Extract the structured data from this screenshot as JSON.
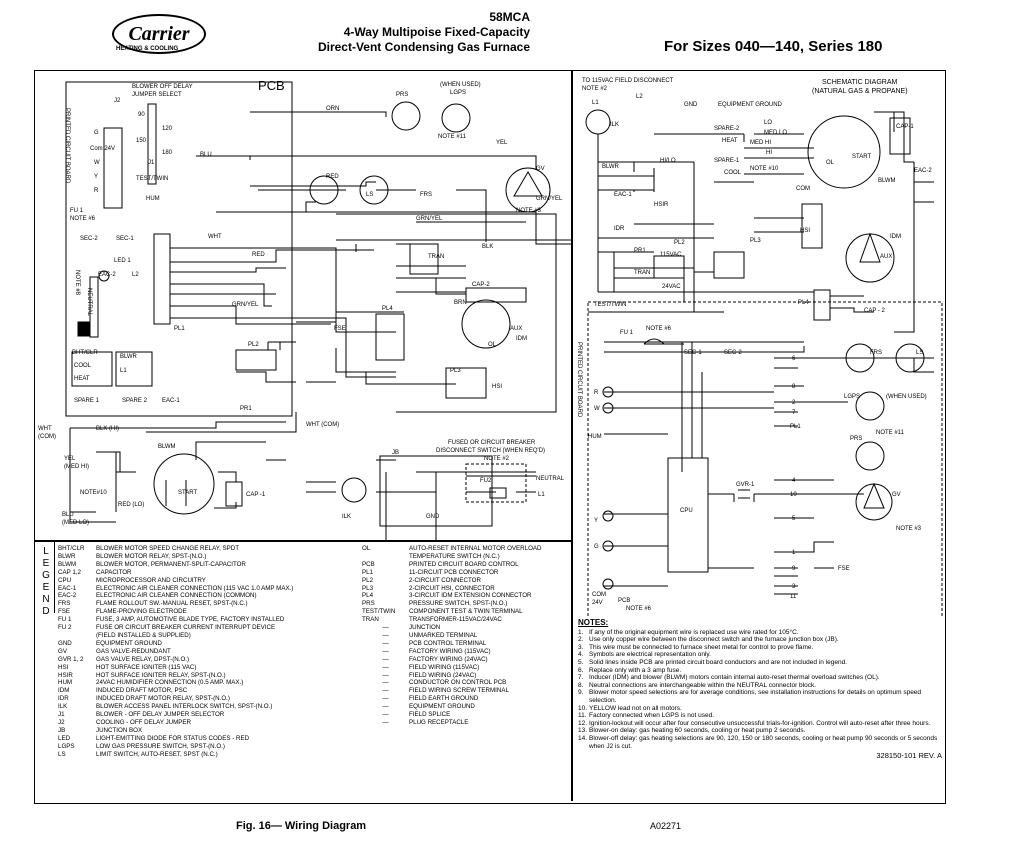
{
  "header": {
    "brand": "Carrier",
    "brand_sub": "HEATING & COOLING",
    "model": "58MCA",
    "line1": "4-Way Multipoise Fixed-Capacity",
    "line2": "Direct-Vent Condensing Gas Furnace",
    "sizes": "For Sizes 040—140, Series 180"
  },
  "left_diagram": {
    "pcb_label": "PCB",
    "printed_circuit_board": "PRINTED CIRCUIT BOARD",
    "blower_jumper": [
      "BLOWER OFF DELAY",
      "JUMPER SELECT"
    ],
    "j2": "J2",
    "j1": "J1",
    "jumper_values": [
      "90",
      "120",
      "150",
      "180"
    ],
    "terminals": [
      "G",
      "Com 24V",
      "W",
      "Y",
      "R"
    ],
    "test_twin": "TEST/TWIN",
    "hum": "HUM",
    "fu1": "FU 1",
    "note6": "NOTE #6",
    "sec2": "SEC-2",
    "sec1": "SEC-1",
    "led1": "LED 1",
    "eac2": "EAC-2",
    "l2": "L2",
    "note8": "NOTE #8",
    "neutral": "NEUTRAL",
    "bht": [
      "BHT/CLR",
      "COOL",
      "HEAT"
    ],
    "blwr": "BLWR",
    "l1": "L1",
    "spare1": "SPARE 1",
    "spare2": "SPARE 2",
    "eac1": "EAC-1",
    "pr1": "PR1",
    "pl1": "PL1",
    "pl2": "PL2",
    "pl3": "PL3",
    "pl4": "PL4",
    "prs": "PRS",
    "lgps": [
      "(WHEN USED)",
      "LGPS"
    ],
    "note11": "NOTE #11",
    "ls": "LS",
    "frs": "FRS",
    "gv": "GV",
    "grnyel": "GRN/YEL",
    "note3": "NOTE #3",
    "tran": "TRAN",
    "cap2": "CAP-2",
    "idm": "IDM",
    "aux": "AUX",
    "ol": "OL",
    "hsi": "HSI",
    "fse": "FSE",
    "blwm": "BLWM",
    "start": "START",
    "cap1": "CAP -1",
    "note10": "NOTE#10",
    "ilk": "ILK",
    "jb": "JB",
    "fu2": "FU2",
    "gnd": "GND",
    "neutral_r": "NEUTRAL",
    "l1_r": "L1",
    "fused": [
      "FUSED OR CIRCUIT BREAKER",
      "DISCONNECT SWITCH (WHEN REQ'D)",
      "NOTE #2"
    ],
    "wire_colors": [
      "ORN",
      "BLU",
      "RED",
      "WHT",
      "YEL",
      "BLK",
      "BRN",
      "GRN/YEL",
      "RED",
      "GRN/YEL",
      "WHT (COM)"
    ],
    "wht_com": [
      "WHT",
      "(COM)"
    ],
    "blk_hi": "BLK (HI)",
    "yel_medhi": [
      "YEL",
      "(MED HI)"
    ],
    "red_lo": "RED (LO)",
    "blu_medlo": [
      "BLU",
      "(MED LO)"
    ]
  },
  "schematic": {
    "field_disconnect": [
      "TO 115VAC FIELD DISCONNECT",
      "NOTE #2"
    ],
    "l1": "L1",
    "l2": "L2",
    "gnd": "GND",
    "equipment_ground": "EQUIPMENT GROUND",
    "title": [
      "SCHEMATIC DIAGRAM",
      "(NATURAL GAS & PROPANE)"
    ],
    "printed_circuit_board": "PRINTED CIRCUIT BOARD",
    "ilk": "ILK",
    "blwr": "BLWR",
    "hilo": "HI/LO",
    "eac1": "EAC-1",
    "eac2": "EAC-2",
    "spare2": "SPARE-2",
    "heat": "HEAT",
    "spare1": "SPARE-1",
    "cool": "COOL",
    "lo": "LO",
    "med_lo": "MED LO",
    "med_hi": "MED HI",
    "hi": "HI",
    "note10": "NOTE #10",
    "com": "COM",
    "blwm": "BLWM",
    "cap1": "CAP-1",
    "start": "START",
    "ol": "OL",
    "hsir": "HSIR",
    "hsi": "HSI",
    "idr": "IDR",
    "pr1": "PR1",
    "pl2": "PL2",
    "pl3": "PL3",
    "pl4": "PL4",
    "tran": "TRAN",
    "v115": "115VAC",
    "v24": "24VAC",
    "idm": "IDM",
    "aux": "AUX",
    "cap2": "CAP - 2",
    "test_twin": "TEST/TWIN",
    "fu1": "FU 1",
    "note6": "NOTE #6",
    "sec1": "SEC-1",
    "sec2": "SEC-2",
    "frs": "FRS",
    "ls": "LS",
    "lgps": "LGPS",
    "when_used": "(WHEN USED)",
    "note11": "NOTE #11",
    "prs": "PRS",
    "pl1": "PL1",
    "r": "R",
    "w": "W",
    "hum": "HUM",
    "cpu": "CPU",
    "gvr1": "GVR-1",
    "gv": "GV",
    "note3": "NOTE #3",
    "y": "Y",
    "g": "G",
    "fse": "FSE",
    "com24": [
      "COM",
      "24V"
    ],
    "pcb": "PCB",
    "note6b": "NOTE #6",
    "pin_numbers": [
      "6",
      "8",
      "2",
      "7",
      "4",
      "10",
      "5",
      "1",
      "9",
      "3",
      "11"
    ]
  },
  "legend": {
    "word": [
      "L",
      "E",
      "G",
      "E",
      "N",
      "D"
    ],
    "left": [
      [
        "BHT/CLR",
        "BLOWER MOTOR SPEED CHANGE RELAY, SPDT"
      ],
      [
        "BLWR",
        "BLOWER MOTOR RELAY, SPST-(N.O.)"
      ],
      [
        "BLWM",
        "BLOWER MOTOR, PERMANENT-SPLIT-CAPACITOR"
      ],
      [
        "CAP 1,2",
        "CAPACITOR"
      ],
      [
        "CPU",
        "MICROPROCESSOR AND CIRCUITRY"
      ],
      [
        "EAC-1",
        "ELECTRONIC AIR CLEANER CONNECTION (115 VAC 1.0 AMP MAX.)"
      ],
      [
        "EAC-2",
        "ELECTRONIC AIR CLEANER CONNECTION (COMMON)"
      ],
      [
        "FRS",
        "FLAME ROLLOUT SW.-MANUAL RESET, SPST-(N.C.)"
      ],
      [
        "FSE",
        "FLAME-PROVING ELECTRODE"
      ],
      [
        "FU 1",
        "FUSE, 3 AMP, AUTOMOTIVE BLADE TYPE, FACTORY INSTALLED"
      ],
      [
        "FU 2",
        "FUSE OR CIRCUIT BREAKER CURRENT INTERRUPT DEVICE"
      ],
      [
        "",
        "(FIELD INSTALLED & SUPPLIED)"
      ],
      [
        "GND",
        "EQUIPMENT GROUND"
      ],
      [
        "GV",
        "GAS VALVE-REDUNDANT"
      ],
      [
        "GVR 1, 2",
        "GAS VALVE RELAY, DPST-(N.O.)"
      ],
      [
        "HSI",
        "HOT SURFACE IGNITER (115 VAC)"
      ],
      [
        "HSIR",
        "HOT SURFACE IGNITER RELAY, SPST-(N.O.)"
      ],
      [
        "HUM",
        "24VAC HUMIDIFIER CONNECTION (0.5 AMP. MAX.)"
      ],
      [
        "IDM",
        "INDUCED DRAFT MOTOR, PSC"
      ],
      [
        "IDR",
        "INDUCED DRAFT MOTOR RELAY, SPST-(N.O.)"
      ],
      [
        "ILK",
        "BLOWER ACCESS PANEL INTERLOCK SWITCH, SPST-(N.O.)"
      ],
      [
        "J1",
        "BLOWER - OFF DELAY JUMPER SELECTOR"
      ],
      [
        "J2",
        "COOLING - OFF DELAY JUMPER"
      ],
      [
        "JB",
        "JUNCTION BOX"
      ],
      [
        "LED",
        "LIGHT-EMITTING DIODE FOR STATUS CODES - RED"
      ],
      [
        "LGPS",
        "LOW GAS PRESSURE SWITCH, SPST-(N.O.)"
      ],
      [
        "LS",
        "LIMIT SWITCH, AUTO-RESET, SPST (N.C.)"
      ]
    ],
    "right": [
      [
        "OL",
        "AUTO-RESET INTERNAL MOTOR OVERLOAD"
      ],
      [
        "",
        "TEMPERATURE SWITCH (N.C.)"
      ],
      [
        "PCB",
        "PRINTED CIRCUIT BOARD CONTROL"
      ],
      [
        "PL1",
        "11-CIRCUIT PCB CONNECTOR"
      ],
      [
        "PL2",
        "2-CIRCUIT CONNECTOR"
      ],
      [
        "PL3",
        "2-CIRCUIT HSI, CONNECTOR"
      ],
      [
        "PL4",
        "3-CIRCUIT IDM EXTENSION CONNECTOR"
      ],
      [
        "PRS",
        "PRESSURE SWITCH, SPST-(N.O.)"
      ],
      [
        "TEST/TWIN",
        "COMPONENT TEST & TWIN TERMINAL"
      ],
      [
        "TRAN",
        "TRANSFORMER-115VAC/24VAC"
      ]
    ],
    "symbols": [
      "JUNCTION",
      "UNMARKED TERMINAL",
      "PCB CONTROL TERMINAL",
      "FACTORY WIRING (115VAC)",
      "FACTORY WIRING (24VAC)",
      "FIELD WIRING (115VAC)",
      "FIELD WIRING (24VAC)",
      "CONDUCTOR ON CONTROL PCB",
      "FIELD WIRING SCREW TERMINAL",
      "FIELD EARTH GROUND",
      "EQUIPMENT GROUND",
      "FIELD SPLICE",
      "PLUG RECEPTACLE"
    ]
  },
  "notes": {
    "heading": "NOTES:",
    "items": [
      [
        "1.",
        "If any of the original equipment wire is replaced use wire rated for 105°C."
      ],
      [
        "2.",
        "Use only copper wire between the disconnect switch and the furnace junction box (JB)."
      ],
      [
        "3.",
        "This wire must be connected to furnace sheet metal for control to prove flame."
      ],
      [
        "4.",
        "Symbols are electrical representation only."
      ],
      [
        "5.",
        "Solid lines inside PCB are printed circuit board conductors and are not included in legend."
      ],
      [
        "6.",
        "Replace only with a 3 amp fuse."
      ],
      [
        "7.",
        "Inducer (IDM) and blower (BLWM) motors contain internal auto-reset thermal overload switches (OL)."
      ],
      [
        "8.",
        "Neutral connections are interchangeable within the NEUTRAL connector block."
      ],
      [
        "9.",
        "Blower motor speed selections are for average conditions, see installation instructions for details on optimum speed selection."
      ],
      [
        "10.",
        "YELLOW lead not on all motors."
      ],
      [
        "11.",
        "Factory connected when LGPS is not used."
      ],
      [
        "12.",
        "Ignition-lockout will occur after four consecutive unsuccessful trials-for-ignition. Control will auto-reset after three hours."
      ],
      [
        "13.",
        "Blower-on delay:  gas heating 60 seconds, cooling or heat pump 2 seconds."
      ],
      [
        "14.",
        "Blower-off delay:  gas heating selections are 90, 120, 150 or 180 seconds, cooling or heat pump 90 seconds or 5 seconds when J2 is cut."
      ]
    ],
    "part_number": "328150-101 REV. A"
  },
  "footer": {
    "caption": "Fig. 16— Wiring Diagram",
    "code": "A02271"
  }
}
